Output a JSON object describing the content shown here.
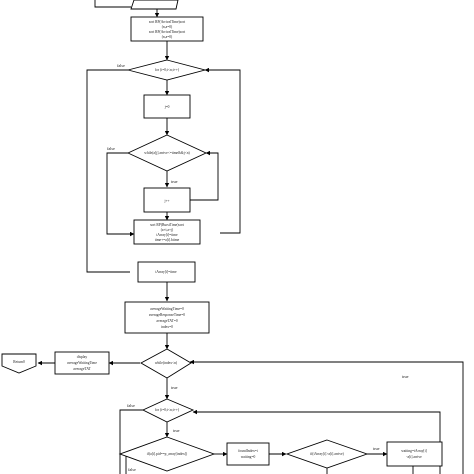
{
  "nodes": {
    "sort_blocks": [
      "sort RP(ArrivalTime)sort",
      "(n,a=0)",
      "sort RP(ArrivalTime)sort",
      "(n,a=0)"
    ],
    "loop_i": "for (i=0;i<n;i++)",
    "j_init": "j=0",
    "while_cond": "while(a[j].arrive<=time&&j<n)",
    "j_inc": "j++",
    "inner_sort": [
      "sort RP(BurstTime)sort",
      "(a+i,a+j)",
      "tArray[i]=time",
      "time+=a[i].btime"
    ],
    "tarray_assign": "tArray[i]=time",
    "averages": [
      "averageWaitingTime=0",
      "averageResponseTime=0",
      "averageTAT=0",
      "index=0"
    ],
    "display": [
      "display",
      "averageWaitingTime",
      "averageTAT"
    ],
    "terminal": "Return0",
    "while_index": "while(index<n)",
    "loop_i2": "for (i=0;i<n;i++)",
    "if_pid": "if(a[i].pid==p_array[index])",
    "found": [
      "foundIndex=i",
      "waiting=0"
    ],
    "if_tarray": "if(tArray[i]>a[i].arrive)",
    "waiting": [
      "waiting=tArray[i]",
      "-a[i].arrive"
    ]
  },
  "edge_labels": {
    "false_1": "false",
    "false_2": "false",
    "true_1": "true",
    "true_2": "true",
    "false_3": "false",
    "true_3": "true",
    "true_4": "true",
    "false_4": "false",
    "true_5": "true"
  }
}
